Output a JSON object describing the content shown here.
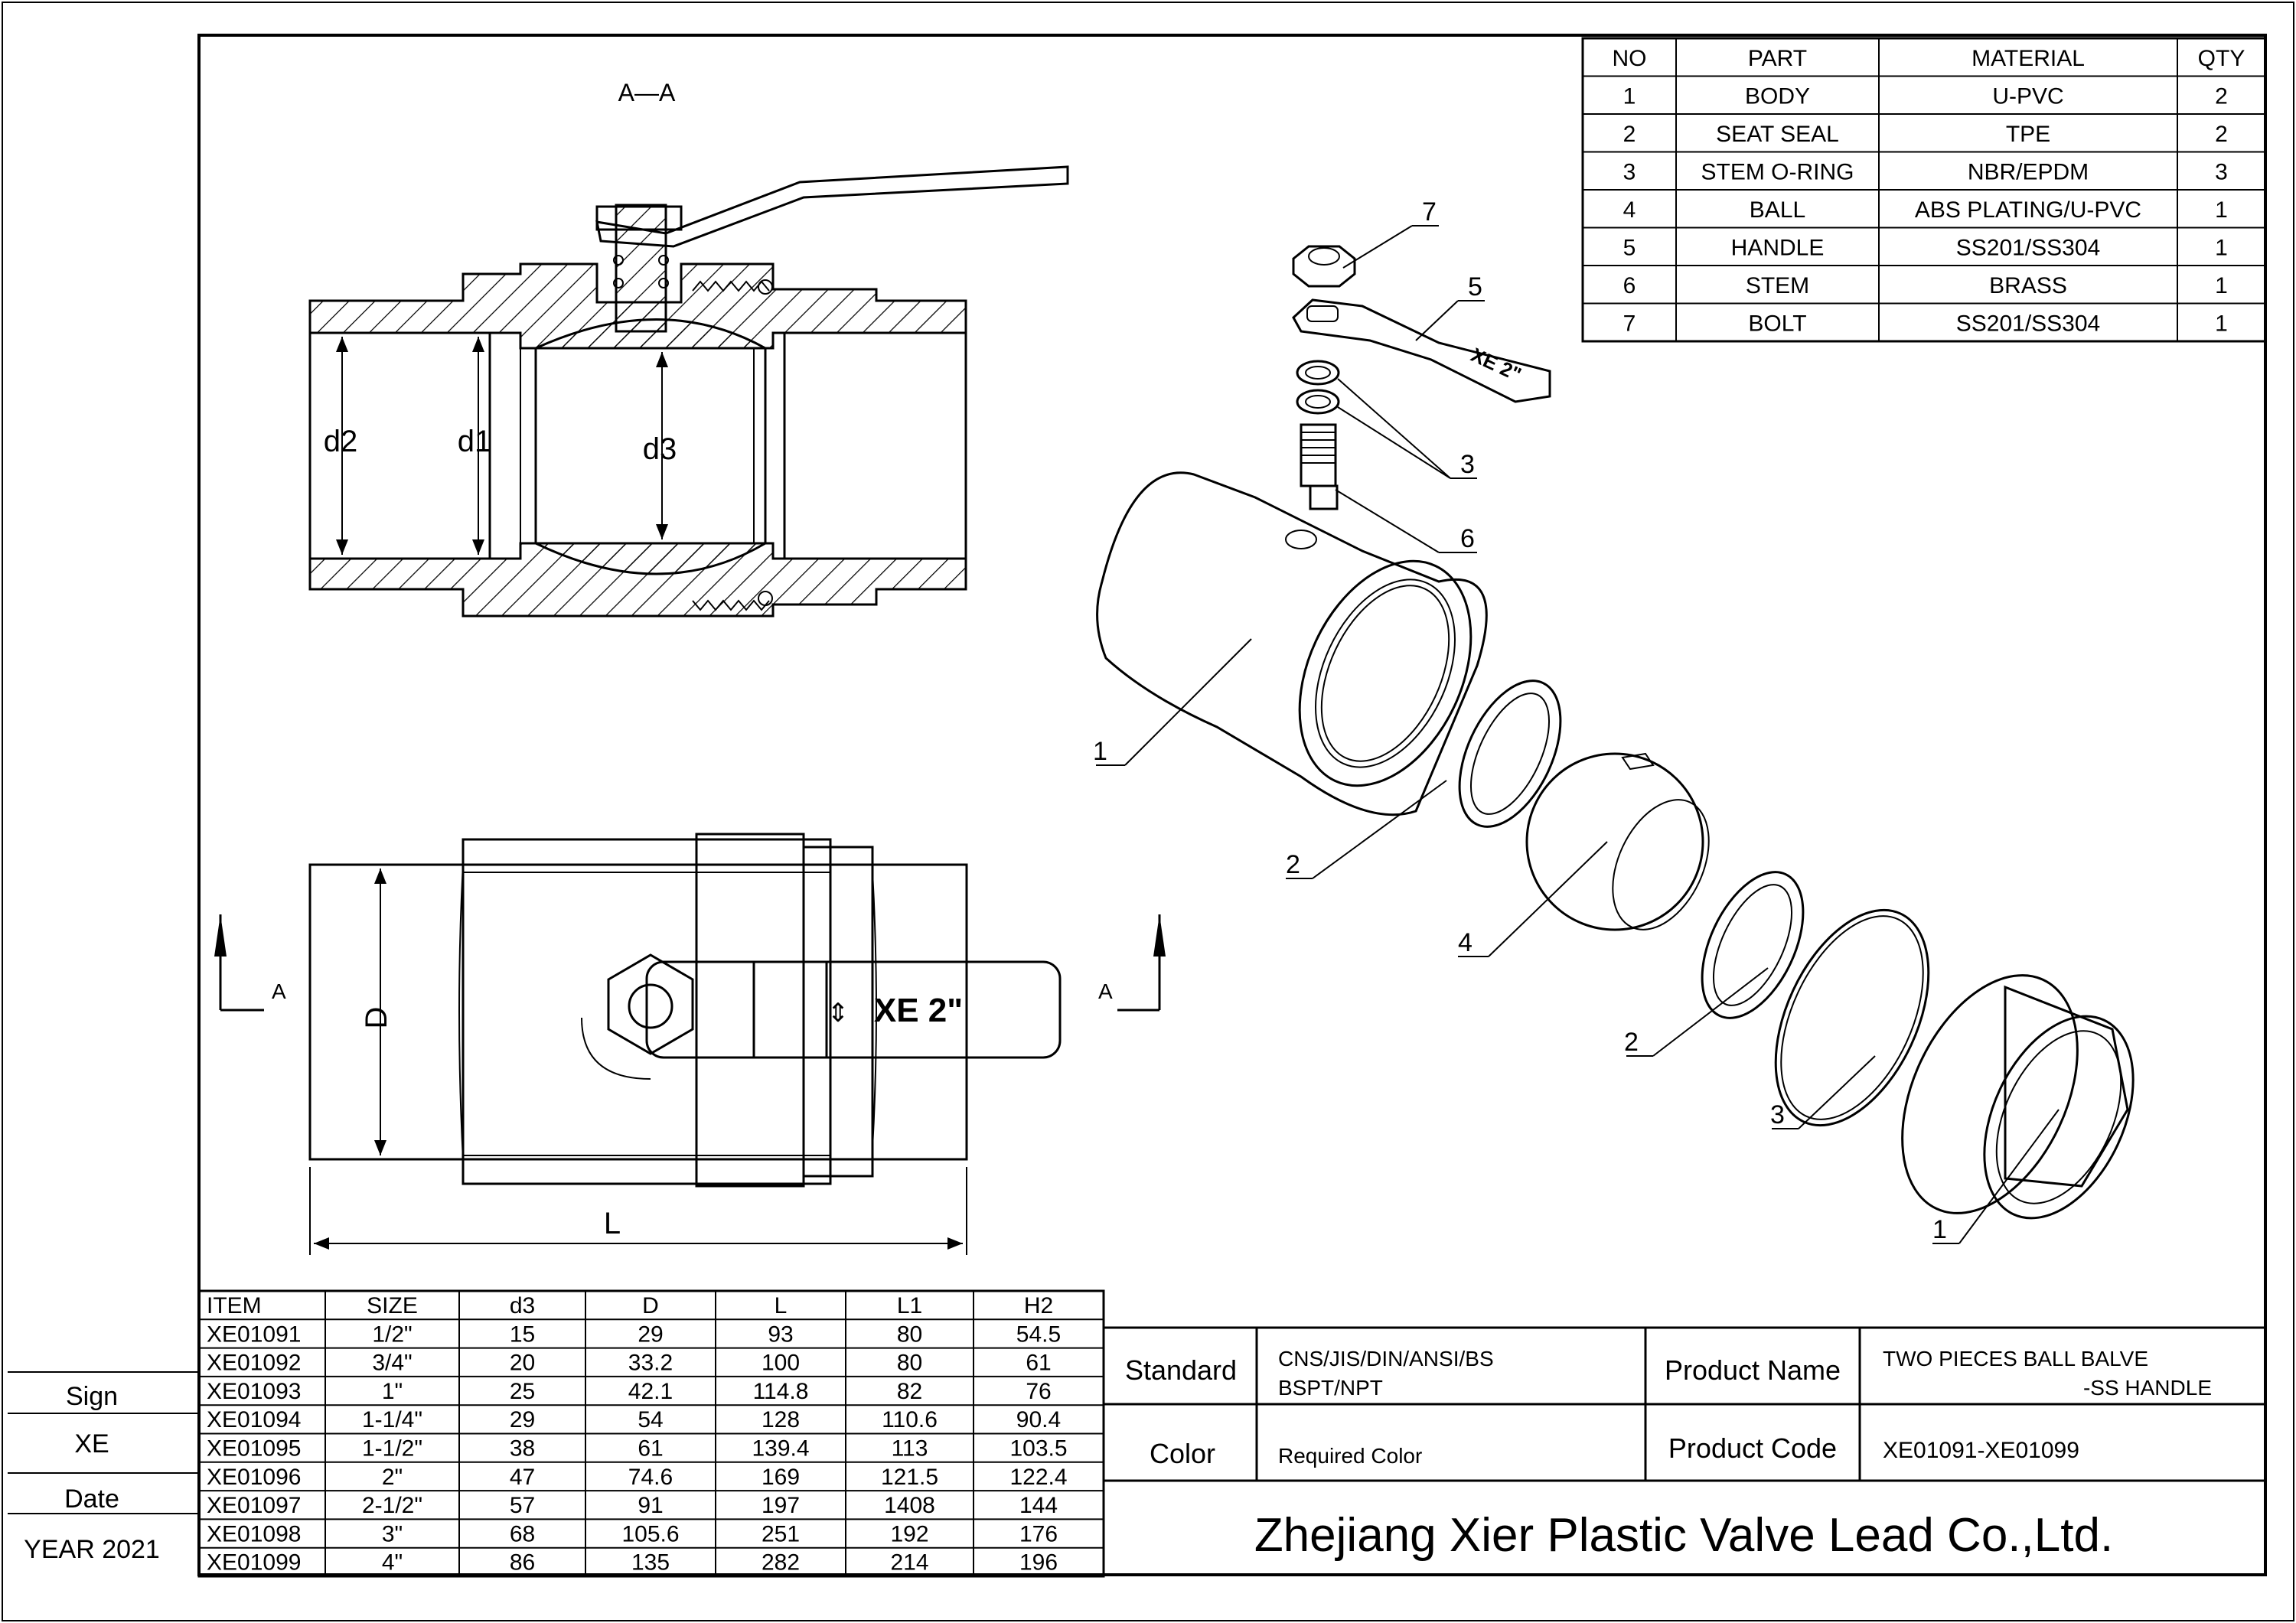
{
  "section_label": "A—A",
  "section_marks": [
    "A",
    "A"
  ],
  "dimension_labels": [
    "d2",
    "d1",
    "d3",
    "D",
    "L"
  ],
  "handle_marking": "XE 2\"",
  "balloons": [
    "7",
    "5",
    "3",
    "6",
    "1",
    "2",
    "4",
    "2",
    "3",
    "1"
  ],
  "bom": {
    "headers": [
      "NO",
      "PART",
      "MATERIAL",
      "QTY"
    ],
    "rows": [
      [
        "1",
        "BODY",
        "U-PVC",
        "2"
      ],
      [
        "2",
        "SEAT SEAL",
        "TPE",
        "2"
      ],
      [
        "3",
        "STEM O-RING",
        "NBR/EPDM",
        "3"
      ],
      [
        "4",
        "BALL",
        "ABS PLATING/U-PVC",
        "1"
      ],
      [
        "5",
        "HANDLE",
        "SS201/SS304",
        "1"
      ],
      [
        "6",
        "STEM",
        "BRASS",
        "1"
      ],
      [
        "7",
        "BOLT",
        "SS201/SS304",
        "1"
      ]
    ]
  },
  "dims_table": {
    "headers": [
      "ITEM",
      "SIZE",
      "d3",
      "D",
      "L",
      "L1",
      "H2"
    ],
    "rows": [
      [
        "XE01091",
        "1/2\"",
        "15",
        "29",
        "93",
        "80",
        "54.5"
      ],
      [
        "XE01092",
        "3/4\"",
        "20",
        "33.2",
        "100",
        "80",
        "61"
      ],
      [
        "XE01093",
        "1\"",
        "25",
        "42.1",
        "114.8",
        "82",
        "76"
      ],
      [
        "XE01094",
        "1-1/4\"",
        "29",
        "54",
        "128",
        "110.6",
        "90.4"
      ],
      [
        "XE01095",
        "1-1/2\"",
        "38",
        "61",
        "139.4",
        "113",
        "103.5"
      ],
      [
        "XE01096",
        "2\"",
        "47",
        "74.6",
        "169",
        "121.5",
        "122.4"
      ],
      [
        "XE01097",
        "2-1/2\"",
        "57",
        "91",
        "197",
        "1408",
        "144"
      ],
      [
        "XE01098",
        "3\"",
        "68",
        "105.6",
        "251",
        "192",
        "176"
      ],
      [
        "XE01099",
        "4\"",
        "86",
        "135",
        "282",
        "214",
        "196"
      ]
    ]
  },
  "side_panel": {
    "sign_label": "Sign",
    "sign_value": "XE",
    "date_label": "Date",
    "date_value": "YEAR 2021"
  },
  "title_block": {
    "standard_label": "Standard",
    "standard_value": [
      "CNS/JIS/DIN/ANSI/BS",
      "BSPT/NPT"
    ],
    "product_name_label": "Product Name",
    "product_name_value": [
      "TWO PIECES BALL BALVE",
      "-SS HANDLE"
    ],
    "color_label": "Color",
    "color_value": "Required Color",
    "product_code_label": "Product Code",
    "product_code_value": "XE01091-XE01099",
    "company": "Zhejiang Xier Plastic Valve Lead Co.,Ltd."
  }
}
